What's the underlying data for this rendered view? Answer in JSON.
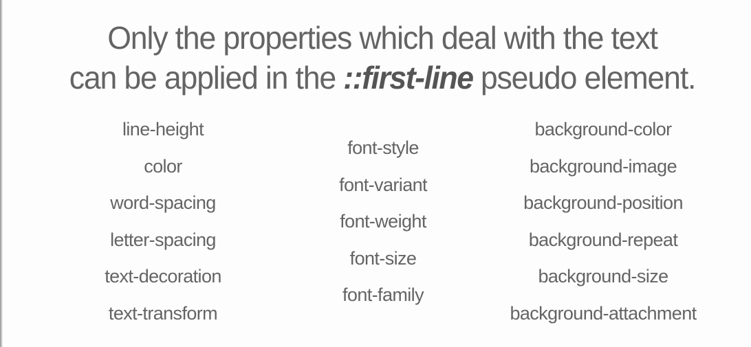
{
  "heading": {
    "line1": "Only the properties which deal with the text",
    "line2_before": "can be applied in the ",
    "line2_code": "::first-line",
    "line2_after": " pseudo element."
  },
  "columns": {
    "text": [
      "line-height",
      "color",
      "word-spacing",
      "letter-spacing",
      "text-decoration",
      "text-transform"
    ],
    "font": [
      "font-style",
      "font-variant",
      "font-weight",
      "font-size",
      "font-family"
    ],
    "background": [
      "background-color",
      "background-image",
      "background-position",
      "background-repeat",
      "background-size",
      "background-attachment"
    ]
  }
}
